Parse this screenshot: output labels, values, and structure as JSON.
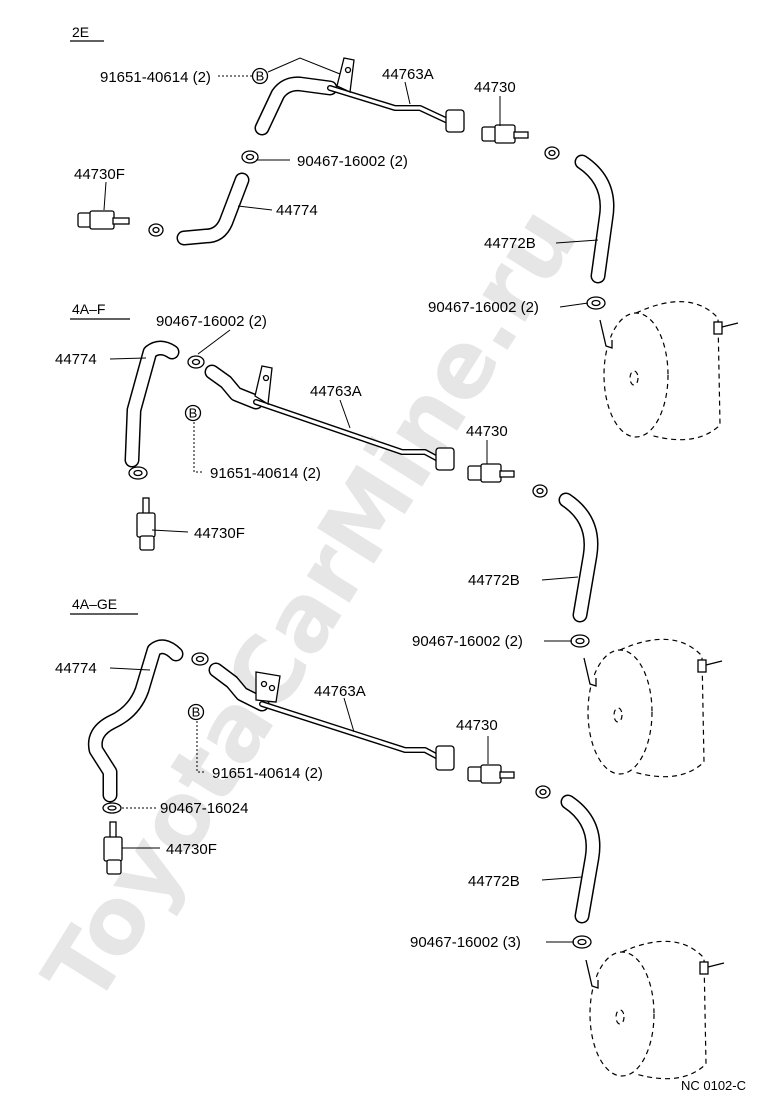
{
  "watermark": "ToyotaCarMine.ru",
  "diagram_code": "NC 0102-C",
  "bolt_marker": "B",
  "sections": [
    {
      "name": "2E",
      "labels": {
        "bolt": "91651-40614 (2)",
        "pipe": "44763A",
        "union": "44730",
        "clamp": "90467-16002 (2)",
        "union_f": "44730F",
        "hose": "44774",
        "hose_b": "44772B",
        "clamp_booster": "90467-16002 (2)"
      }
    },
    {
      "name": "4A–F",
      "labels": {
        "clamp": "90467-16002 (2)",
        "hose": "44774",
        "pipe": "44763A",
        "union": "44730",
        "bolt": "91651-40614 (2)",
        "union_f": "44730F",
        "hose_b": "44772B",
        "clamp_booster": "90467-16002 (2)"
      }
    },
    {
      "name": "4A–GE",
      "labels": {
        "hose": "44774",
        "pipe": "44763A",
        "union": "44730",
        "bolt": "91651-40614 (2)",
        "clamp_small": "90467-16024",
        "union_f": "44730F",
        "hose_b": "44772B",
        "clamp_booster": "90467-16002 (3)"
      }
    }
  ]
}
